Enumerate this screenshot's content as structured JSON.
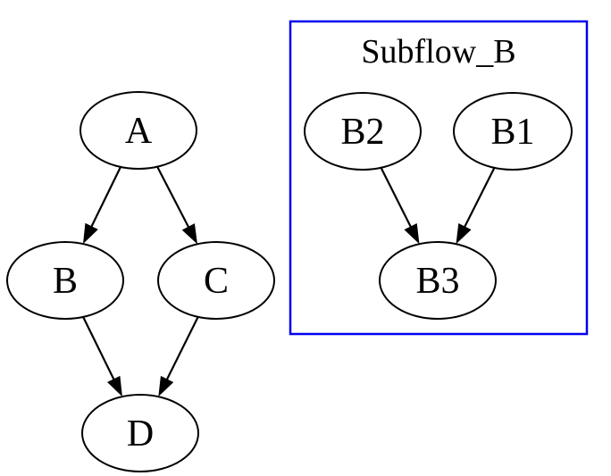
{
  "diagram": {
    "type": "directed-graph",
    "nodes": [
      {
        "id": "A",
        "label": "A"
      },
      {
        "id": "B",
        "label": "B"
      },
      {
        "id": "C",
        "label": "C"
      },
      {
        "id": "D",
        "label": "D"
      },
      {
        "id": "B2",
        "label": "B2"
      },
      {
        "id": "B1",
        "label": "B1"
      },
      {
        "id": "B3",
        "label": "B3"
      }
    ],
    "edges": [
      {
        "from": "A",
        "to": "B"
      },
      {
        "from": "A",
        "to": "C"
      },
      {
        "from": "B",
        "to": "D"
      },
      {
        "from": "C",
        "to": "D"
      },
      {
        "from": "B2",
        "to": "B3"
      },
      {
        "from": "B1",
        "to": "B3"
      }
    ],
    "cluster": {
      "label": "Subflow_B",
      "node_ids": [
        "B2",
        "B1",
        "B3"
      ],
      "border_color": "#0000ee"
    },
    "colors": {
      "background": "#ffffff",
      "node_fill": "#ffffff",
      "node_stroke": "#000000",
      "edge_stroke": "#000000",
      "label_text": "#000000"
    }
  }
}
